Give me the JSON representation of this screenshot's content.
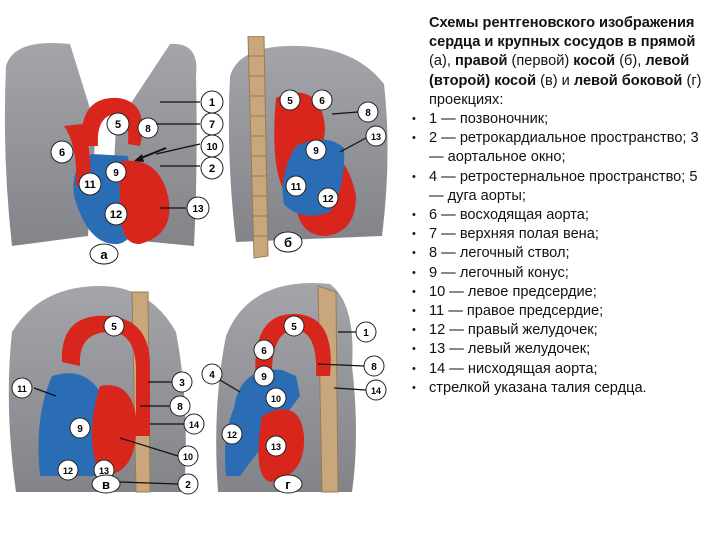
{
  "title": {
    "s1": "Схемы рентгеновского изображения сердца и крупных сосудов в ",
    "s2": "прямой",
    "s3": " (а), ",
    "s4": "правой",
    "s5": " (первой) ",
    "s6": "косой",
    "s7": " (б), ",
    "s8": "левой (второй) косой",
    "s9": " (в) и ",
    "s10": "левой боковой",
    "s11": " (г) проекциях:"
  },
  "legend": [
    "1 — позвоночник;",
    "2 — ретрокардиальное пространство; 3 — аортальное окно;",
    "4 — ретростернальное пространство; 5 — дуга аорты;",
    "6 — восходящая аорта;",
    "7 — верхняя полая вена;",
    "8 — легочный ствол;",
    "9 — легочный конус;",
    "10 — левое предсердие;",
    "11 — правое предсердие;",
    "12 — правый желудочек;",
    "13 — левый желудочек;",
    "14 — нисходящая аорта;",
    "стрелкой указана талия сердца."
  ],
  "panels": {
    "a": {
      "letter": "а",
      "numbers": [
        "1",
        "7",
        "10",
        "2",
        "13",
        "5",
        "8",
        "6",
        "9",
        "11",
        "12"
      ]
    },
    "b": {
      "letter": "б",
      "numbers": [
        "5",
        "6",
        "8",
        "13",
        "9",
        "11",
        "12"
      ]
    },
    "c": {
      "letter": "в",
      "numbers": [
        "5",
        "3",
        "8",
        "14",
        "10",
        "2",
        "11",
        "9",
        "12",
        "13"
      ]
    },
    "d": {
      "letter": "г",
      "numbers": [
        "1",
        "5",
        "8",
        "14",
        "6",
        "9",
        "10",
        "12",
        "13",
        "4"
      ]
    }
  },
  "colors": {
    "red": "#d9261c",
    "blue": "#2a6db5",
    "lung": "#8e8f94",
    "lung_dark": "#6f7075",
    "spine": "#c9a77d",
    "bg": "#ffffff"
  }
}
